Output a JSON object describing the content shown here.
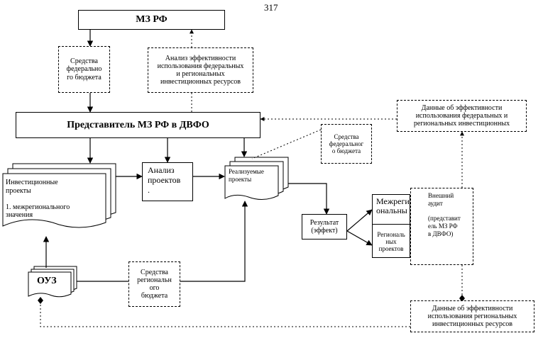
{
  "page_number": "317",
  "nodes": {
    "mz_rf": "МЗ РФ",
    "fed_budget": "Средства\nфедерально\nго бюджета",
    "efficiency_analysis": "Анализ эффективности\nиспользования федеральных\nи региональных\nинвестиционных ресурсов",
    "representative": "Представитель МЗ РФ в ДВФО",
    "fed_budget_2": "Средства\nфедеральног\nо бюджета",
    "efficiency_data_fed": "Данные об эффективности\nиспользования федеральных и\nрегиональных инвестиционных",
    "investment_projects": "Инвестиционные\n проекты\n\n1. межрегионального\nзначения",
    "project_analysis": "Анализ\nпроектов\n.",
    "implemented_projects": "Реализуемые\nпроекты",
    "result": "Результат\n(эффект)",
    "interregional": "Межреги\nональны",
    "regional_projects": "Региональ\nных\nпроектов",
    "external_audit": "Внешний\nаудит\n\n(представит\nель МЗ РФ\nв ДВФО)",
    "ouz": "ОУЗ",
    "regional_budget": "Средства\nрегиональн\nого\nбюджета",
    "efficiency_data_reg": "Данные об эффективности\nиспользования региональных\nинвестиционных ресурсов"
  }
}
